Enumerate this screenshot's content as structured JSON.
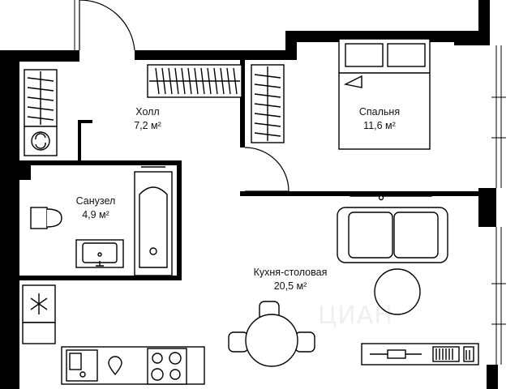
{
  "rooms": {
    "hall": {
      "name": "Холл",
      "area": "7,2 м²"
    },
    "bedroom": {
      "name": "Спальня",
      "area": "11,6 м²"
    },
    "bathroom": {
      "name": "Санузел",
      "area": "4,9 м²"
    },
    "kitchen": {
      "name": "Кухня-столовая",
      "area": "20,5 м²"
    }
  },
  "watermark": "ЦИАН",
  "colors": {
    "wall": "#000000",
    "line": "#000000",
    "background": "#ffffff",
    "furniture_fill": "#ffffff"
  }
}
